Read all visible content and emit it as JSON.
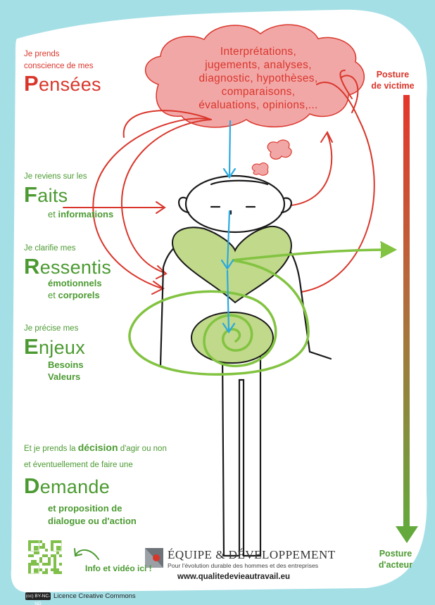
{
  "sections": {
    "pensees": {
      "intro": [
        "Je prends",
        "conscience de mes"
      ],
      "initial": "P",
      "rest": "ensées"
    },
    "faits": {
      "intro": "Je reviens sur les",
      "initial": "F",
      "rest": "aits",
      "detail_prefix": "et ",
      "detail_bold": "informations"
    },
    "ressentis": {
      "intro": "Je clarifie mes",
      "initial": "R",
      "rest": "essentis",
      "detail_line1": "émotionnels",
      "detail_line2_prefix": "et ",
      "detail_line2_bold": "corporels"
    },
    "enjeux": {
      "intro": "Je précise mes",
      "initial": "E",
      "rest": "njeux",
      "detail_line1": "Besoins",
      "detail_line2": "Valeurs"
    },
    "demande": {
      "intro_part1": "Et je prends la ",
      "intro_bold": "décision",
      "intro_part2": " d'agir ou non",
      "intro_line2": "et éventuellement de faire une",
      "initial": "D",
      "rest": "emande",
      "detail_line1": "et proposition de",
      "detail_line2": "dialogue ou d'action"
    }
  },
  "cloud": {
    "lines": [
      "Interprétations,",
      "jugements, analyses,",
      "diagnostic, hypothèses,",
      "comparaisons,",
      "évaluations, opinions,..."
    ]
  },
  "scale": {
    "top_line1": "Posture",
    "top_line2": "de victime",
    "bottom_line1": "Posture",
    "bottom_line2": "d'acteur"
  },
  "footer": {
    "info_text": "Info et vidéo ici !",
    "logo_title": "ÉQUIPE & DÉVELOPPEMENT",
    "logo_subtitle": "Pour l'évolution durable des hommes et des entreprises",
    "website": "www.qualitedevieautravail.eu",
    "cc_badge": "(cc) BY-NC-ND",
    "licence": "Licence Creative Commons"
  },
  "colors": {
    "background": "#a5dfe6",
    "panel": "#ffffff",
    "red": "#d9362b",
    "green": "#4b9a31",
    "cloud_fill": "#f2a7a7",
    "heart_fill": "#c0d98a",
    "blue_arrow": "#2aa9e0"
  }
}
